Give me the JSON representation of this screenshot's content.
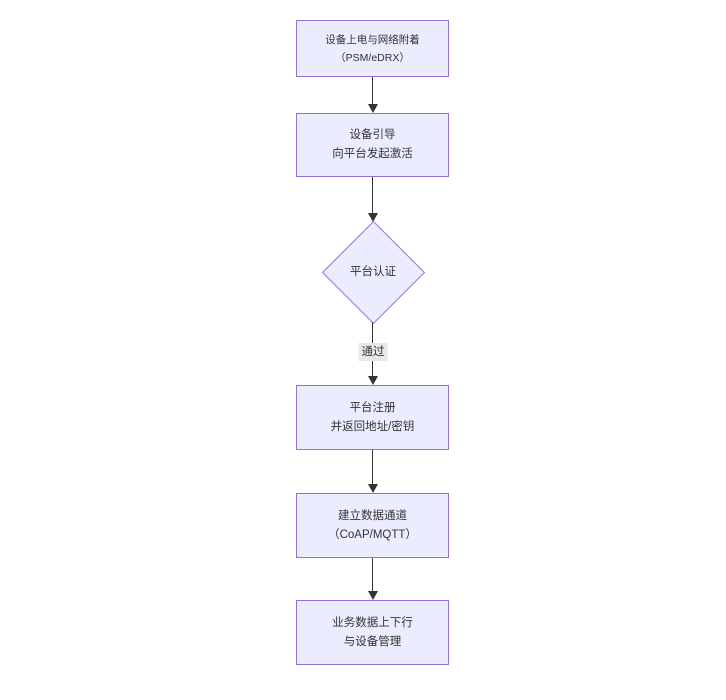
{
  "diagram": {
    "type": "flowchart",
    "direction": "top-down",
    "nodes": [
      {
        "id": "A",
        "shape": "rectangle",
        "line1": "设备上电与网络附着",
        "line2": "（PSM/eDRX）"
      },
      {
        "id": "B",
        "shape": "rectangle",
        "line1": "设备引导",
        "line2": "向平台发起激活"
      },
      {
        "id": "C",
        "shape": "diamond",
        "line1": "平台认证",
        "line2": ""
      },
      {
        "id": "D",
        "shape": "rectangle",
        "line1": "平台注册",
        "line2": "并返回地址/密钥"
      },
      {
        "id": "E",
        "shape": "rectangle",
        "line1": "建立数据通道",
        "line2": "（CoAP/MQTT）"
      },
      {
        "id": "F",
        "shape": "rectangle",
        "line1": "业务数据上下行",
        "line2": "与设备管理"
      }
    ],
    "edges": [
      {
        "from": "A",
        "to": "B",
        "label": ""
      },
      {
        "from": "B",
        "to": "C",
        "label": ""
      },
      {
        "from": "C",
        "to": "D",
        "label": "通过"
      },
      {
        "from": "D",
        "to": "E",
        "label": ""
      },
      {
        "from": "E",
        "to": "F",
        "label": ""
      }
    ],
    "colors": {
      "node_fill": "#ECECFF",
      "node_border": "#9370DB",
      "node_text": "#333333",
      "edge_line": "#333333",
      "edge_label_bg": "#e8e8e8",
      "edge_label_text": "#333333",
      "background": "#ffffff"
    }
  }
}
